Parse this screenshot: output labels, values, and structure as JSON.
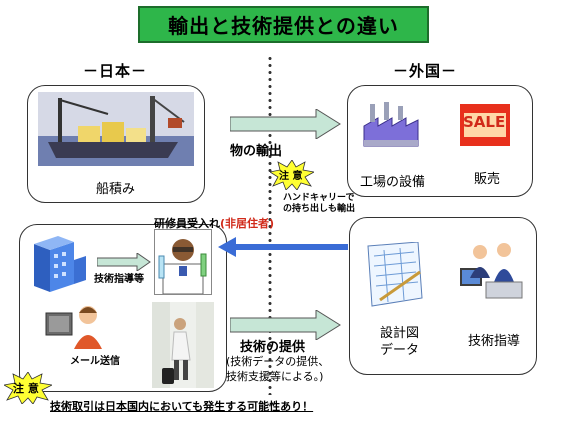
{
  "title": "輸出と技術提供との違い",
  "labels": {
    "japan": "－日本－",
    "foreign": "－外国－",
    "shipping": "船積み",
    "goods_export": "物の輸出",
    "factory_equipment": "工場の設備",
    "sales": "販売",
    "sale_sign": "SALE",
    "caution": "注 意",
    "handcarry_line1": "ハンドキャリーで",
    "handcarry_line2": "の持ち出しも輸出",
    "trainee_prefix": "研修員受入れ",
    "trainee_suffix": "(非居住者)",
    "tech_guidance_etc": "技術指導等",
    "email": "メール送信",
    "tech_provision": "技術の提供",
    "tech_provision_note1": "(技術データの提供、",
    "tech_provision_note2": "技術支援等による。)",
    "design_data_line1": "設計図",
    "design_data_line2": "データ",
    "tech_guidance": "技術指導",
    "bottom_note": "技術取引は日本国内においても発生する可能性あり！"
  },
  "colors": {
    "title_bg": "#2eb64a",
    "arrow_fill": "#c6e6d6",
    "blue_arrow": "#3a6cd6",
    "caution_burst": "#ffff33",
    "red_text": "#d12a1a"
  },
  "icons": [
    "ship-cargo-illustration",
    "factory-icon",
    "sale-sign-icon",
    "scientist-icon",
    "office-building-icon",
    "email-user-icon",
    "traveler-photo",
    "blueprint-icon",
    "engineer-guidance-icon"
  ]
}
